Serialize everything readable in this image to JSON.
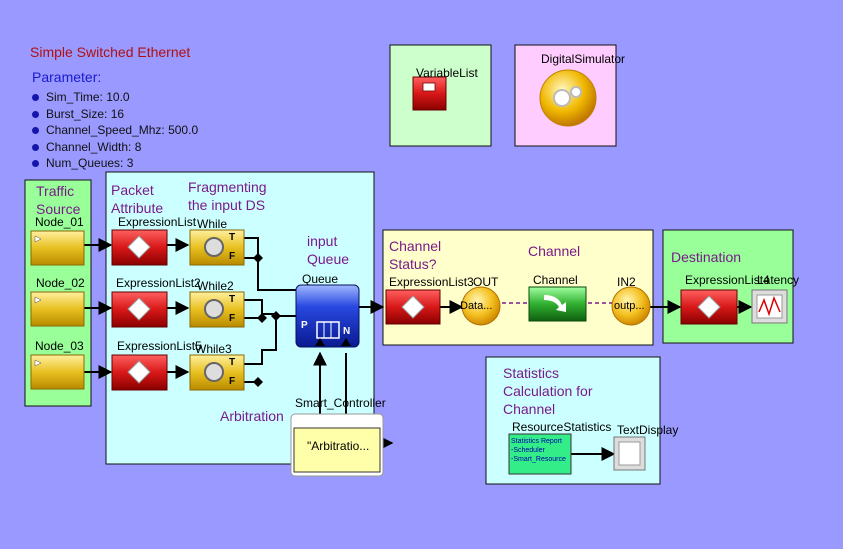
{
  "title": "Simple Switched Ethernet",
  "parameter_header": "Parameter:",
  "parameters": [
    "Sim_Time: 10.0",
    "Burst_Size: 16",
    "Channel_Speed_Mhz: 500.0",
    "Channel_Width: 8",
    "Num_Queues: 3"
  ],
  "regions": {
    "traffic_source": [
      "Traffic",
      "Source"
    ],
    "packet_attribute": [
      "Packet",
      "Attribute"
    ],
    "fragmenting": [
      "Fragmenting",
      "the input DS"
    ],
    "input_queue": [
      "input",
      "Queue"
    ],
    "channel_status": [
      "Channel",
      "Status?"
    ],
    "channel": "Channel",
    "destination": "Destination",
    "statistics": [
      "Statistics",
      "Calculation for",
      "Channel"
    ],
    "arbitration": "Arbitration"
  },
  "blocks": {
    "variable_list": "VariableList",
    "digital_simulator": "DigitalSimulator",
    "node_01": "Node_01",
    "node_02": "Node_02",
    "node_03": "Node_03",
    "expr1": "ExpressionList",
    "expr2": "ExpressionList2",
    "expr3": "ExpressionList5",
    "while1": "While",
    "while2": "While2",
    "while3": "While3",
    "queue": "Queue",
    "expr_status": "ExpressionList3",
    "out_port": "OUT",
    "out_port_inner": "Data...",
    "channel_block": "Channel",
    "in2_port": "IN2",
    "in2_port_inner": "outp...",
    "expr_dest": "ExpressionList4",
    "latency": "Latency",
    "smart_controller": "Smart_Controller",
    "smart_controller_text": "\"Arbitratio...",
    "resource_stats": "ResourceStatistics",
    "text_display": "TextDisplay",
    "resource_stats_lines": [
      "Statistics Report",
      "-Scheduler",
      "-Smart_Resource"
    ]
  },
  "port_labels": {
    "true": "T",
    "false": "F",
    "queue_p": "P",
    "queue_n": "N"
  },
  "colors": {
    "background": "#9999ff",
    "green_region": "#99ff99",
    "cyan_region": "#ccffff",
    "yellow_region": "#ffffcc",
    "pink_region": "#ffccff",
    "title_red": "#b01010",
    "region_purple": "#7a1a8a"
  }
}
